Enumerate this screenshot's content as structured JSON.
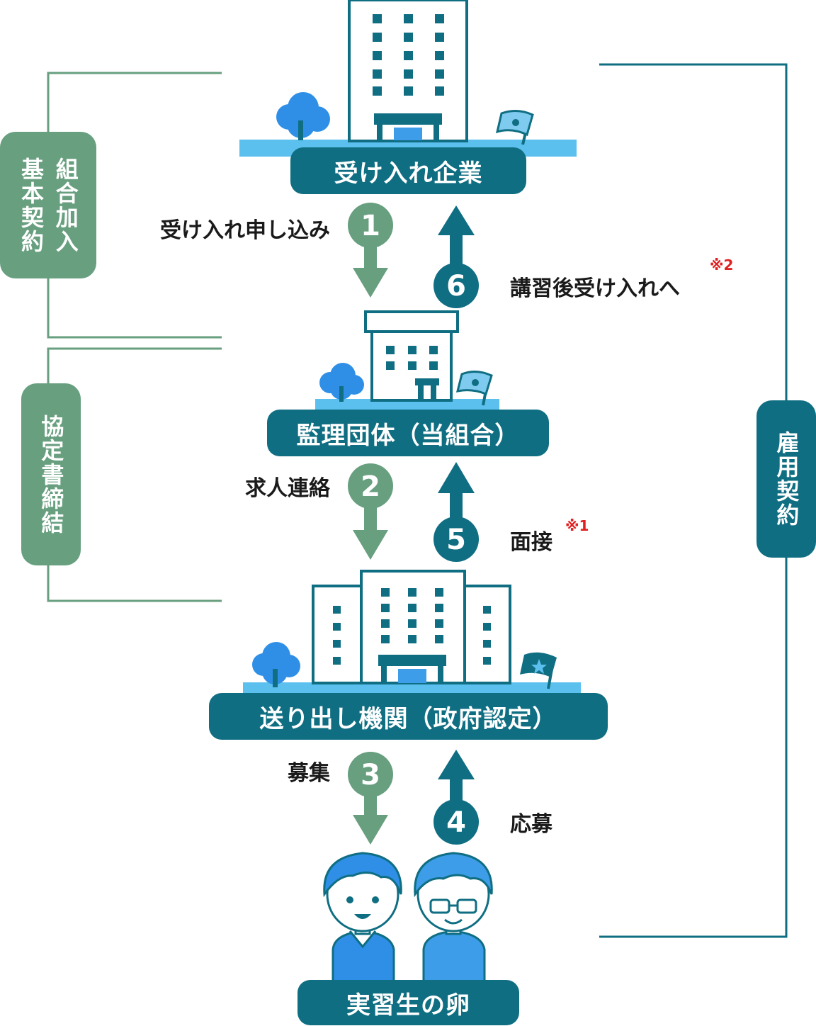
{
  "nodes": {
    "company": "受け入れ企業",
    "union": "監理団体（当組合）",
    "agency": "送り出し機関（政府認定）",
    "trainees": "実習生の卵"
  },
  "side_labels": {
    "union_join": [
      "組合加入",
      "基本契約"
    ],
    "agreement": "協定書締結",
    "employment": "雇用契約"
  },
  "steps": [
    {
      "number": "1",
      "label": "受け入れ申し込み"
    },
    {
      "number": "2",
      "label": "求人連絡"
    },
    {
      "number": "3",
      "label": "募集"
    },
    {
      "number": "4",
      "label": "応募"
    },
    {
      "number": "5",
      "label": "面接",
      "note": "※1"
    },
    {
      "number": "6",
      "label": "講習後受け入れへ",
      "note": "※2"
    }
  ],
  "colors": {
    "teal": "#0f6e82",
    "green": "#679f7f",
    "sky": "#5bc0ee",
    "person": "#2f8fe6"
  }
}
